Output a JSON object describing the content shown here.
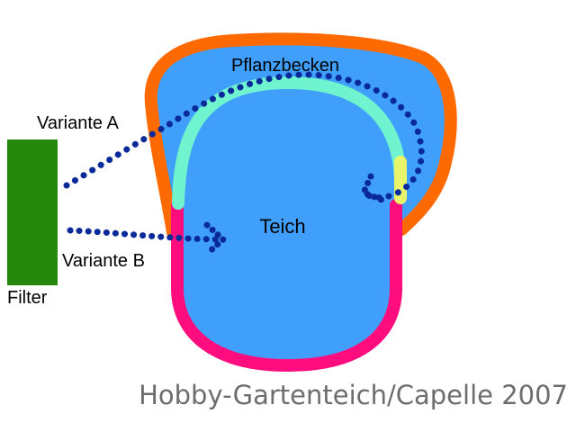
{
  "labels": {
    "plant_basin": "Pflanzbecken",
    "pond": "Teich",
    "variant_a": "Variante A",
    "variant_b": "Variante B",
    "filter": "Filter"
  },
  "credit": "Hobby-Gartenteich/Capelle 2007",
  "colors": {
    "water": "#3f9ffb",
    "outer_wall": "#ff6a00",
    "pond_wall": "#ff0d7e",
    "divider": "#6ff4cf",
    "divider_highlight": "#e8f56a",
    "filter": "#258a0b",
    "flow_dots": "#0a2a9a",
    "label_text": "#000000",
    "credit_text": "#6d6d6d"
  }
}
